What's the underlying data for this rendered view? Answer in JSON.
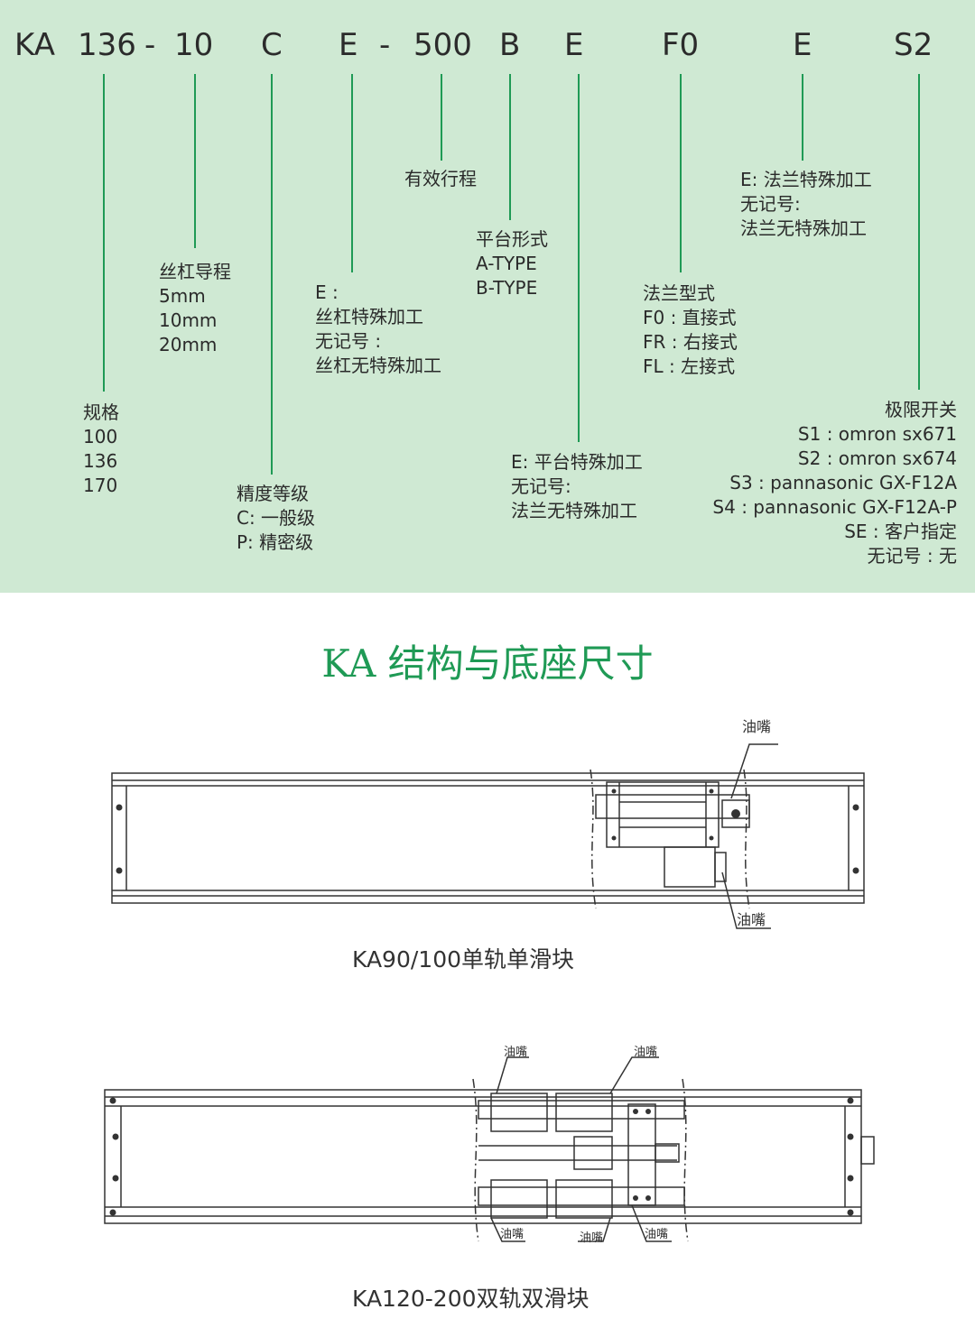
{
  "model_code": {
    "segments": [
      "KA",
      "136",
      "-",
      "10",
      "C",
      "E",
      "-",
      "500",
      "B",
      "E",
      "F0",
      "E",
      "S2"
    ]
  },
  "annotations": {
    "spec": [
      "规格",
      "100",
      "136",
      "170"
    ],
    "lead": [
      "丝杠导程",
      "5mm",
      "10mm",
      "20mm"
    ],
    "precision": [
      "精度等级",
      "C: 一般级",
      "P: 精密级"
    ],
    "screw_special": [
      "E :",
      "丝杠特殊加工",
      "无记号 :",
      "丝杠无特殊加工"
    ],
    "stroke": [
      "有效行程"
    ],
    "platform_form": [
      "平台形式",
      "A-TYPE",
      "B-TYPE"
    ],
    "platform_special": [
      "E: 平台特殊加工",
      "无记号:",
      "法兰无特殊加工"
    ],
    "flange_type": [
      "法兰型式",
      "F0 : 直接式",
      "FR : 右接式",
      "FL : 左接式"
    ],
    "flange_special": [
      "E: 法兰特殊加工",
      "无记号:",
      "法兰无特殊加工"
    ],
    "limit_switch": [
      "极限开关",
      "S1 : omron sx671",
      "S2 : omron sx674",
      "S3 : pannasonic GX-F12A",
      "S4 : pannasonic GX-F12A-P",
      "SE : 客户指定",
      "无记号 : 无"
    ]
  },
  "section_title": "KA 结构与底座尺寸",
  "drawings": {
    "single": {
      "caption": "KA90/100单轨单滑块",
      "labels": [
        "油嘴",
        "油嘴"
      ]
    },
    "double": {
      "caption": "KA120-200双轨双滑块",
      "labels": [
        "油嘴",
        "油嘴",
        "油嘴",
        "油嘴",
        "油嘴"
      ]
    }
  },
  "colors": {
    "panel_bg": "#cfe9d3",
    "accent_green": "#1f9a55",
    "line_dark": "#333333"
  }
}
